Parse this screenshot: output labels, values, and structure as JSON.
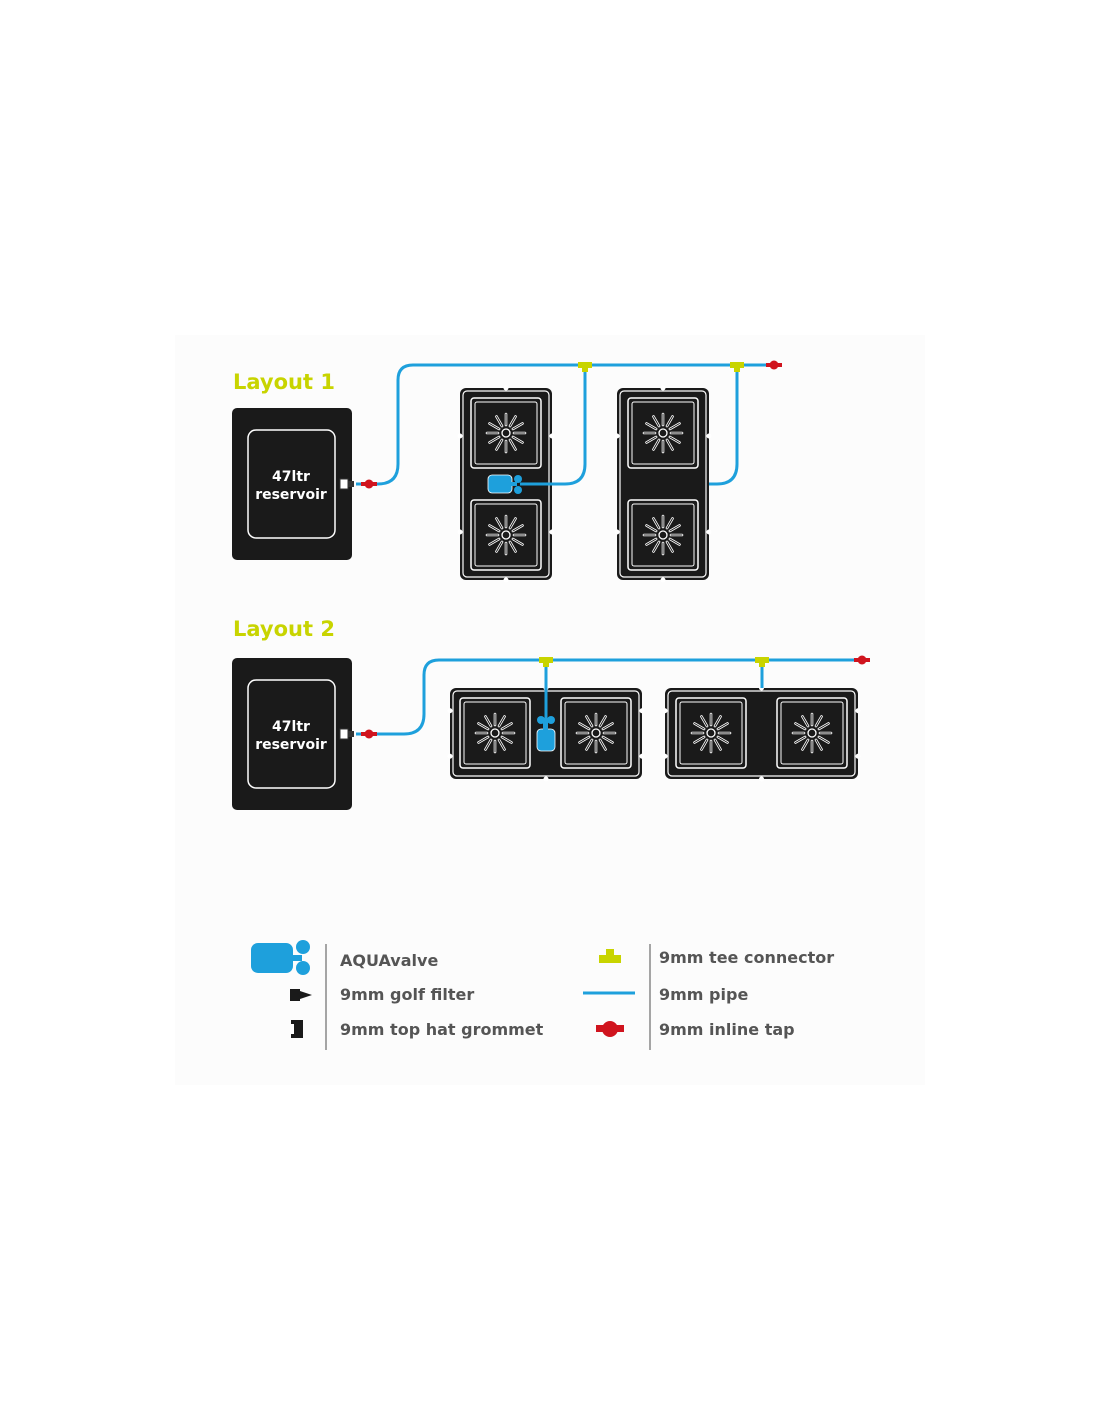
{
  "colors": {
    "pipe": "#1ea0dc",
    "tee": "#c8d400",
    "tap": "#d0141e",
    "module": "#1a1a1a",
    "title": "#c8d400",
    "legend_text": "#555555"
  },
  "layouts": [
    {
      "title": "Layout 1",
      "reservoir": {
        "line1": "47ltr",
        "line2": "reservoir"
      }
    },
    {
      "title": "Layout 2",
      "reservoir": {
        "line1": "47ltr",
        "line2": "reservoir"
      }
    }
  ],
  "legend": {
    "aquavalve": "AQUAvalve",
    "golf_filter": "9mm golf filter",
    "grommet": "9mm top hat grommet",
    "tee": "9mm tee connector",
    "pipe": "9mm pipe",
    "tap": "9mm inline tap"
  }
}
